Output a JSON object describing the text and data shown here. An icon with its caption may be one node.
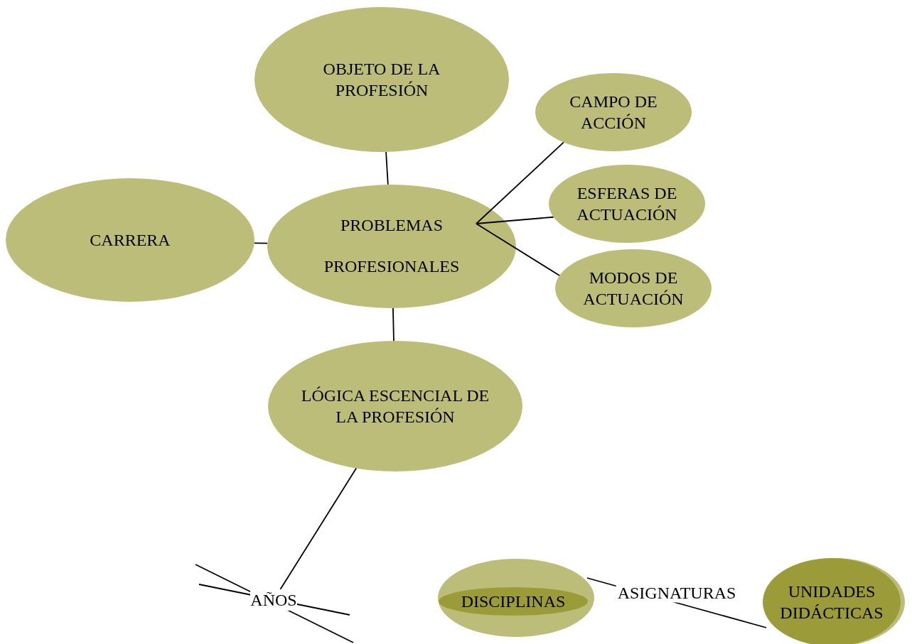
{
  "diagram": {
    "nodes": [
      {
        "text": [
          "OBJETO DE LA PROFESIÓN"
        ]
      },
      {
        "text": [
          "CARRERA"
        ]
      },
      {
        "text": [
          "PROBLEMAS PROFESIONALES"
        ]
      },
      {
        "text": [
          "CAMPO DE ACCIÓN"
        ]
      },
      {
        "text": [
          "ESFERAS DE ACTUACIÓN"
        ]
      },
      {
        "text": [
          "MODOS DE ACTUACIÓN"
        ]
      },
      {
        "text": [
          "LÓGICA ESCENCIAL DE LA PROFESIÓN"
        ]
      },
      {
        "text": [
          "AÑOS"
        ]
      },
      {
        "text": [],
        "shape": "circle"
      },
      {
        "text": [
          "DISCIPLINAS"
        ],
        "in": 8
      },
      {
        "text": [
          "UNIDADES DIDÁCTICAS"
        ]
      }
    ],
    "edges": [
      {
        "from": 0,
        "to": 2,
        "arrow": "none"
      },
      {
        "from": 1,
        "to": 2,
        "arrow": "none"
      },
      {
        "from": 2,
        "to": 3,
        "arrow": "none"
      },
      {
        "from": 2,
        "to": 4,
        "arrow": "none"
      },
      {
        "from": 2,
        "to": 5,
        "arrow": "none"
      },
      {
        "from": 2,
        "to": 6,
        "arrow": "none"
      },
      {
        "from": 6,
        "to": 7,
        "arrow": "none"
      },
      {
        "from": 8,
        "to": 10,
        "arrow": "none",
        "label": "ASIGNATURAS"
      }
    ]
  }
}
